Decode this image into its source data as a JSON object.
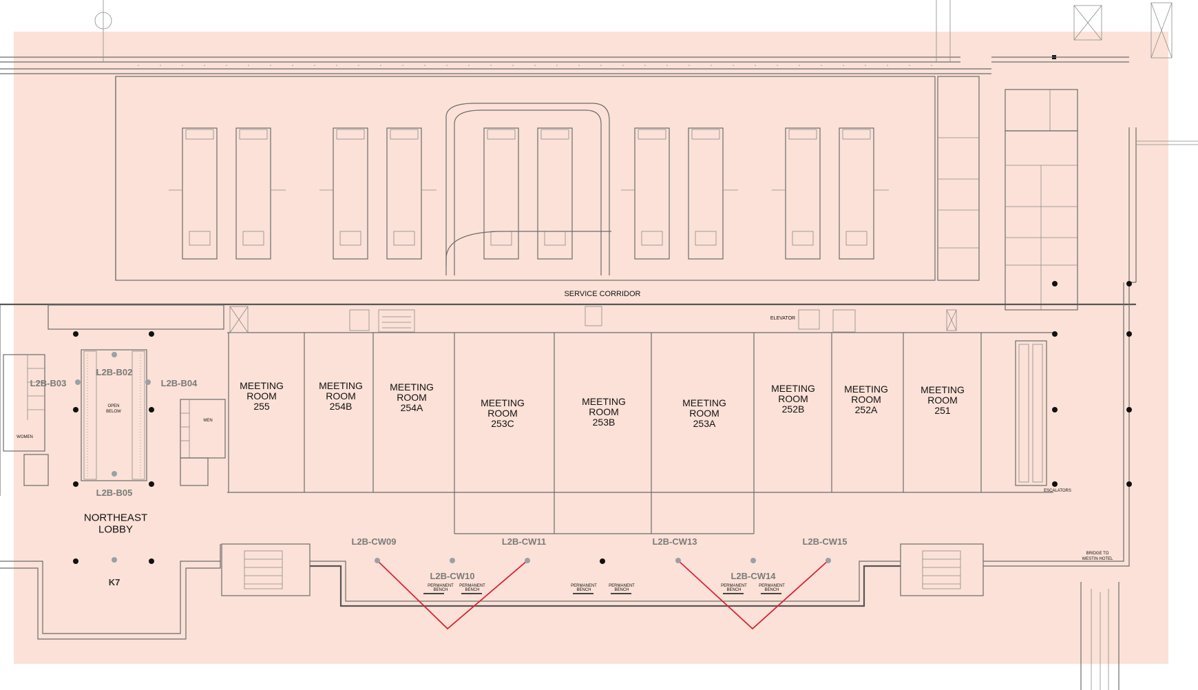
{
  "colors": {
    "highlight_zone": "#fbe1d7",
    "walls": "#6b6b6b",
    "marker_dot": "#9aa0a6",
    "column": "#111111",
    "camera_line": "#d8233a",
    "tag_text": "#7a7a7a"
  },
  "rooms": {
    "r255": "MEETING ROOM 255",
    "r254b": "MEETING ROOM 254B",
    "r254a": "MEETING ROOM 254A",
    "r253c": "MEETING ROOM 253C",
    "r253b": "MEETING ROOM 253B",
    "r253a": "MEETING ROOM 253A",
    "r252b": "MEETING ROOM 252B",
    "r252a": "MEETING ROOM 252A",
    "r251": "MEETING ROOM 251"
  },
  "areas": {
    "service_corridor": "SERVICE CORRIDOR",
    "northeast_lobby": "NORTHEAST LOBBY",
    "elevator": "ELEVATOR",
    "escalators": "ESCALATORS",
    "bridge": "BRIDGE TO WESTIN HOTEL",
    "open_below": "OPEN BELOW",
    "women": "WOMEN",
    "men": "MEN",
    "bench": "PERMANENT BENCH"
  },
  "markers": {
    "b02": "L2B-B02",
    "b03": "L2B-B03",
    "b04": "L2B-B04",
    "b05": "L2B-B05",
    "k7": "K7",
    "cw09": "L2B-CW09",
    "cw10": "L2B-CW10",
    "cw11": "L2B-CW11",
    "cw13": "L2B-CW13",
    "cw14": "L2B-CW14",
    "cw15": "L2B-CW15"
  }
}
